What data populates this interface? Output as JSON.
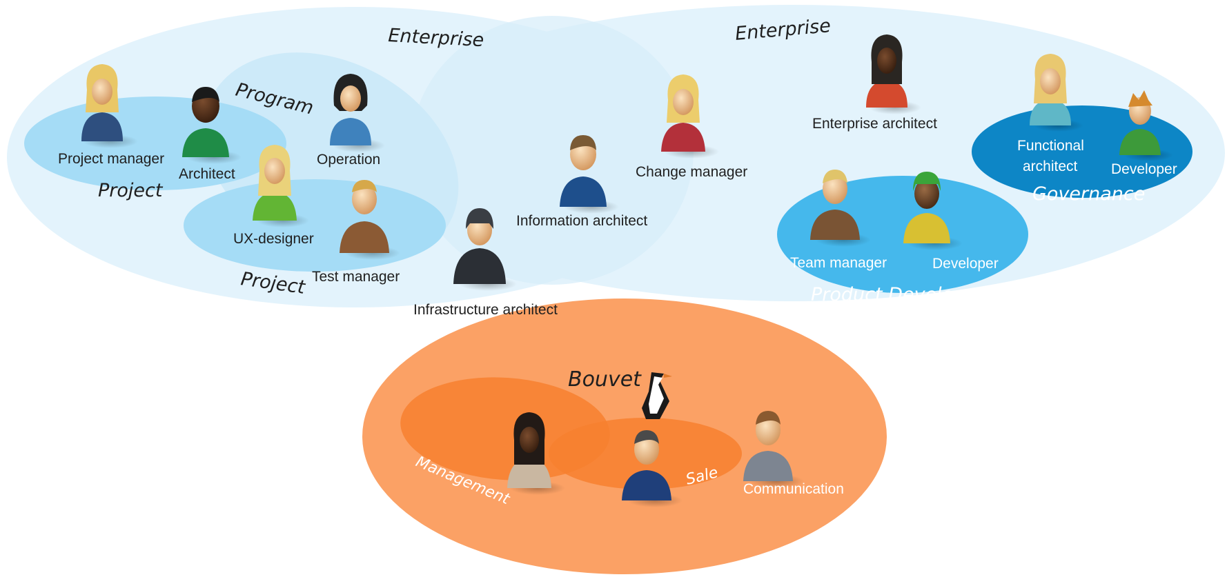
{
  "groups": {
    "enterprise_left": "Enterprise",
    "enterprise_right": "Enterprise",
    "program": "Program",
    "project_1": "Project",
    "project_2": "Project",
    "governance": "Governance",
    "product_development": "Product Development",
    "bouvet": "Bouvet",
    "management": "Management",
    "sale": "Sale"
  },
  "roles": {
    "project_manager": "Project manager",
    "architect": "Architect",
    "operation": "Operation",
    "ux_designer": "UX-designer",
    "test_manager": "Test manager",
    "infrastructure_architect": "Infrastructure architect",
    "information_architect": "Information architect",
    "change_manager": "Change manager",
    "enterprise_architect": "Enterprise architect",
    "functional_architect_line1": "Functional",
    "functional_architect_line2": "architect",
    "developer_governance": "Developer",
    "team_manager": "Team manager",
    "developer_product": "Developer",
    "communication": "Communication"
  },
  "colors": {
    "enterprise": "#e3f3fc",
    "program": "#cdeaf9",
    "project": "#a5dcf6",
    "product_development": "#45b8ec",
    "governance": "#0d86c6",
    "bouvet": "#fba165",
    "bouvet_inner": "#f77a2c"
  }
}
